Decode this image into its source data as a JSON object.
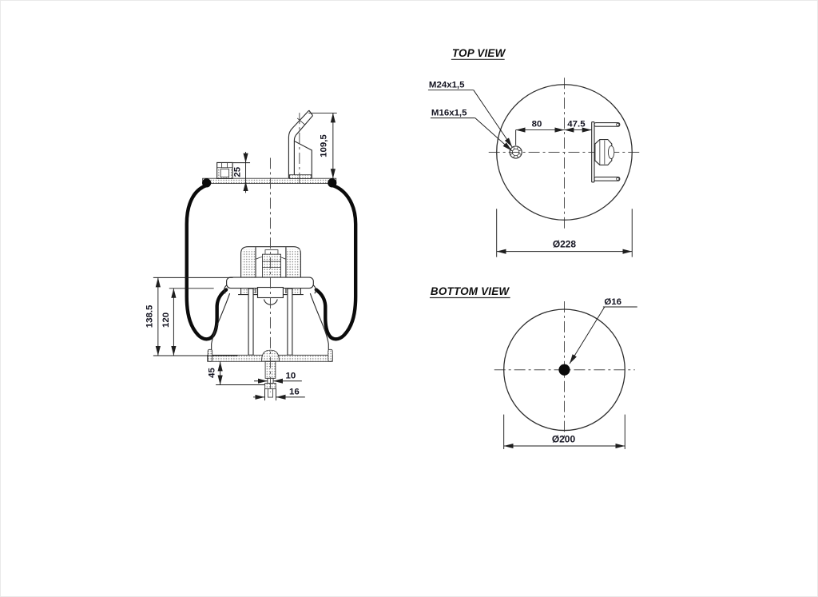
{
  "colors": {
    "background": "#ffffff",
    "line": "#2e2e2e",
    "heavy_outline": "#0b0b0b",
    "dimension": "#1e1e1e",
    "text": "#131320"
  },
  "side_view": {
    "dim_bracket_height": "109,5",
    "dim_fitting_height": "25",
    "dim_piston_height_overall": "138.5",
    "dim_piston_height": "120",
    "dim_stud_length": "45",
    "dim_stud_neck": "10",
    "dim_stud_collar": "16"
  },
  "top_view": {
    "title": "TOP VIEW",
    "thread_label_m24": "M24x1,5",
    "thread_label_m16": "M16x1,5",
    "dim_fitting_offset": "80",
    "dim_bracket_offset": "47.5",
    "dim_top_diameter": "Ø228"
  },
  "bottom_view": {
    "title": "BOTTOM VIEW",
    "dim_stud_diameter": "Ø16",
    "dim_base_diameter": "Ø200"
  }
}
